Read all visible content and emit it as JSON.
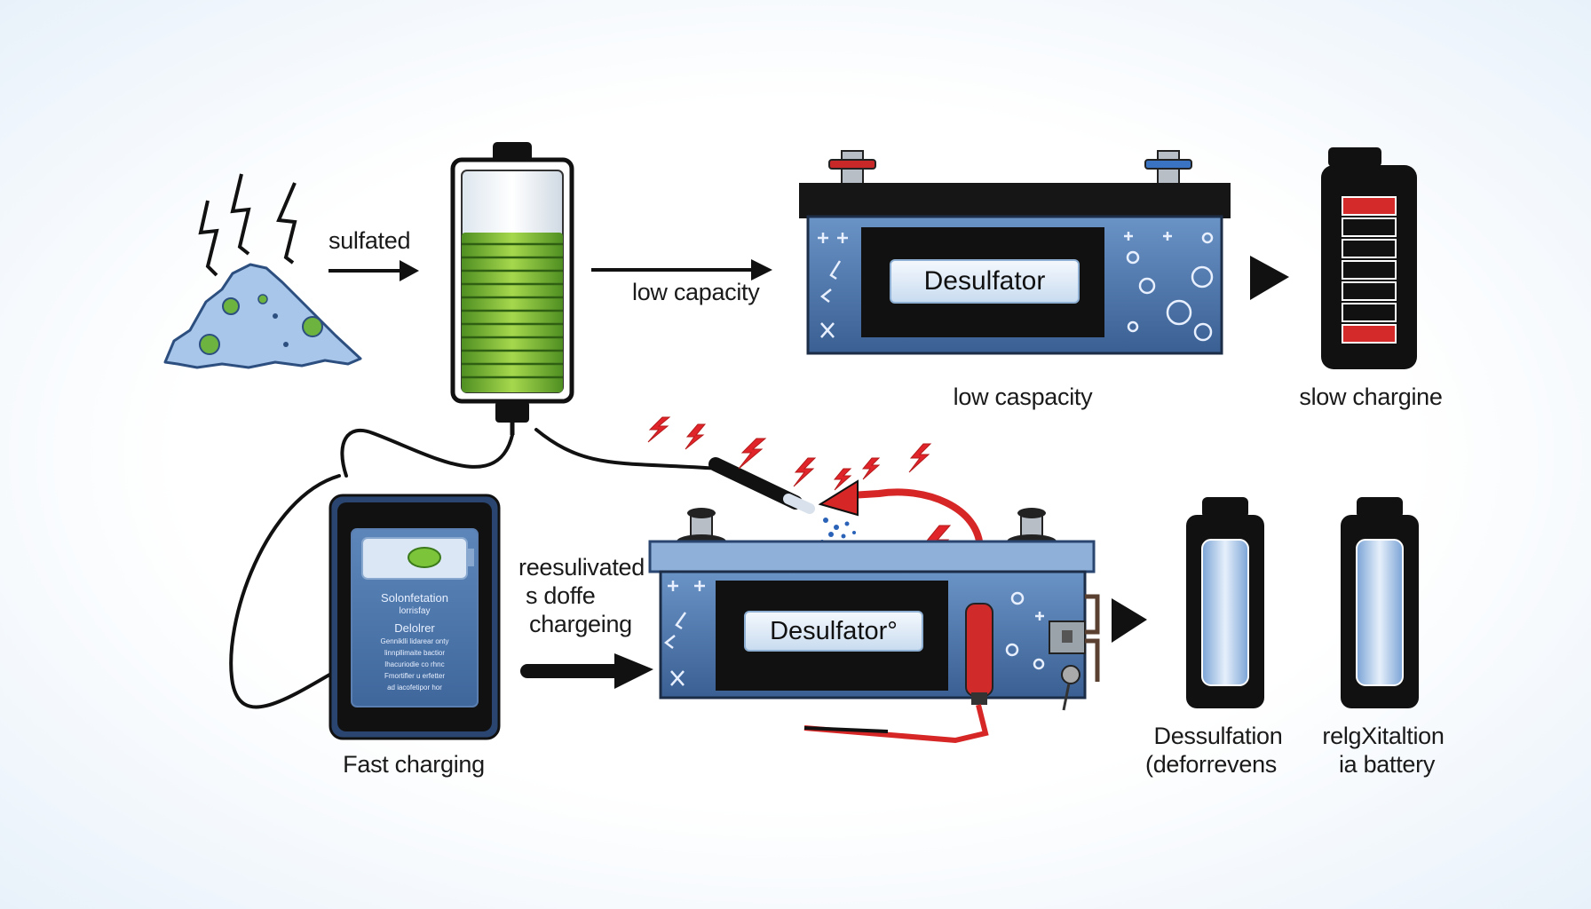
{
  "labels": {
    "sulfated": "sulfated",
    "low_capacity_arrow": "low capacity",
    "low_capacity_under": "low caspacity",
    "slow_charging": "slow  chargine",
    "fast_charging": "Fast charging",
    "resulfated_line1": "reesulivated",
    "resulfated_line2": "s doffe",
    "resulfated_line3": "chargeing",
    "desulfation_line1": "Dessulfation",
    "desulfation_line2": "(deforrevens",
    "relaxation_line1": "relgXitaltion",
    "relaxation_line2": "ia battery"
  },
  "top_battery": {
    "plate": "Desulfator"
  },
  "bottom_battery": {
    "plate": "Desulfator°"
  },
  "charger_screen": {
    "line1": "Solonfetation",
    "line2": "lorrisfay",
    "line3": "Delolrer",
    "line4": "Genniklli lidarear onty",
    "line5": "linnpllimaite bactior",
    "line6": "lhacuriodie co rhnc",
    "line7": "Fmortifler u erfetter",
    "line8": "ad iacofetipor hor"
  },
  "colors": {
    "battery_blue": "#4f79b0",
    "battery_black": "#141414",
    "charge_green": "#8dc63f",
    "low_red": "#d42a2a",
    "spark_red": "#e0242a",
    "plate_blue": "#c9dcf0"
  },
  "icons": [
    "lightning-icon",
    "arrow-icon",
    "spark-icon",
    "battery-level-icon"
  ]
}
